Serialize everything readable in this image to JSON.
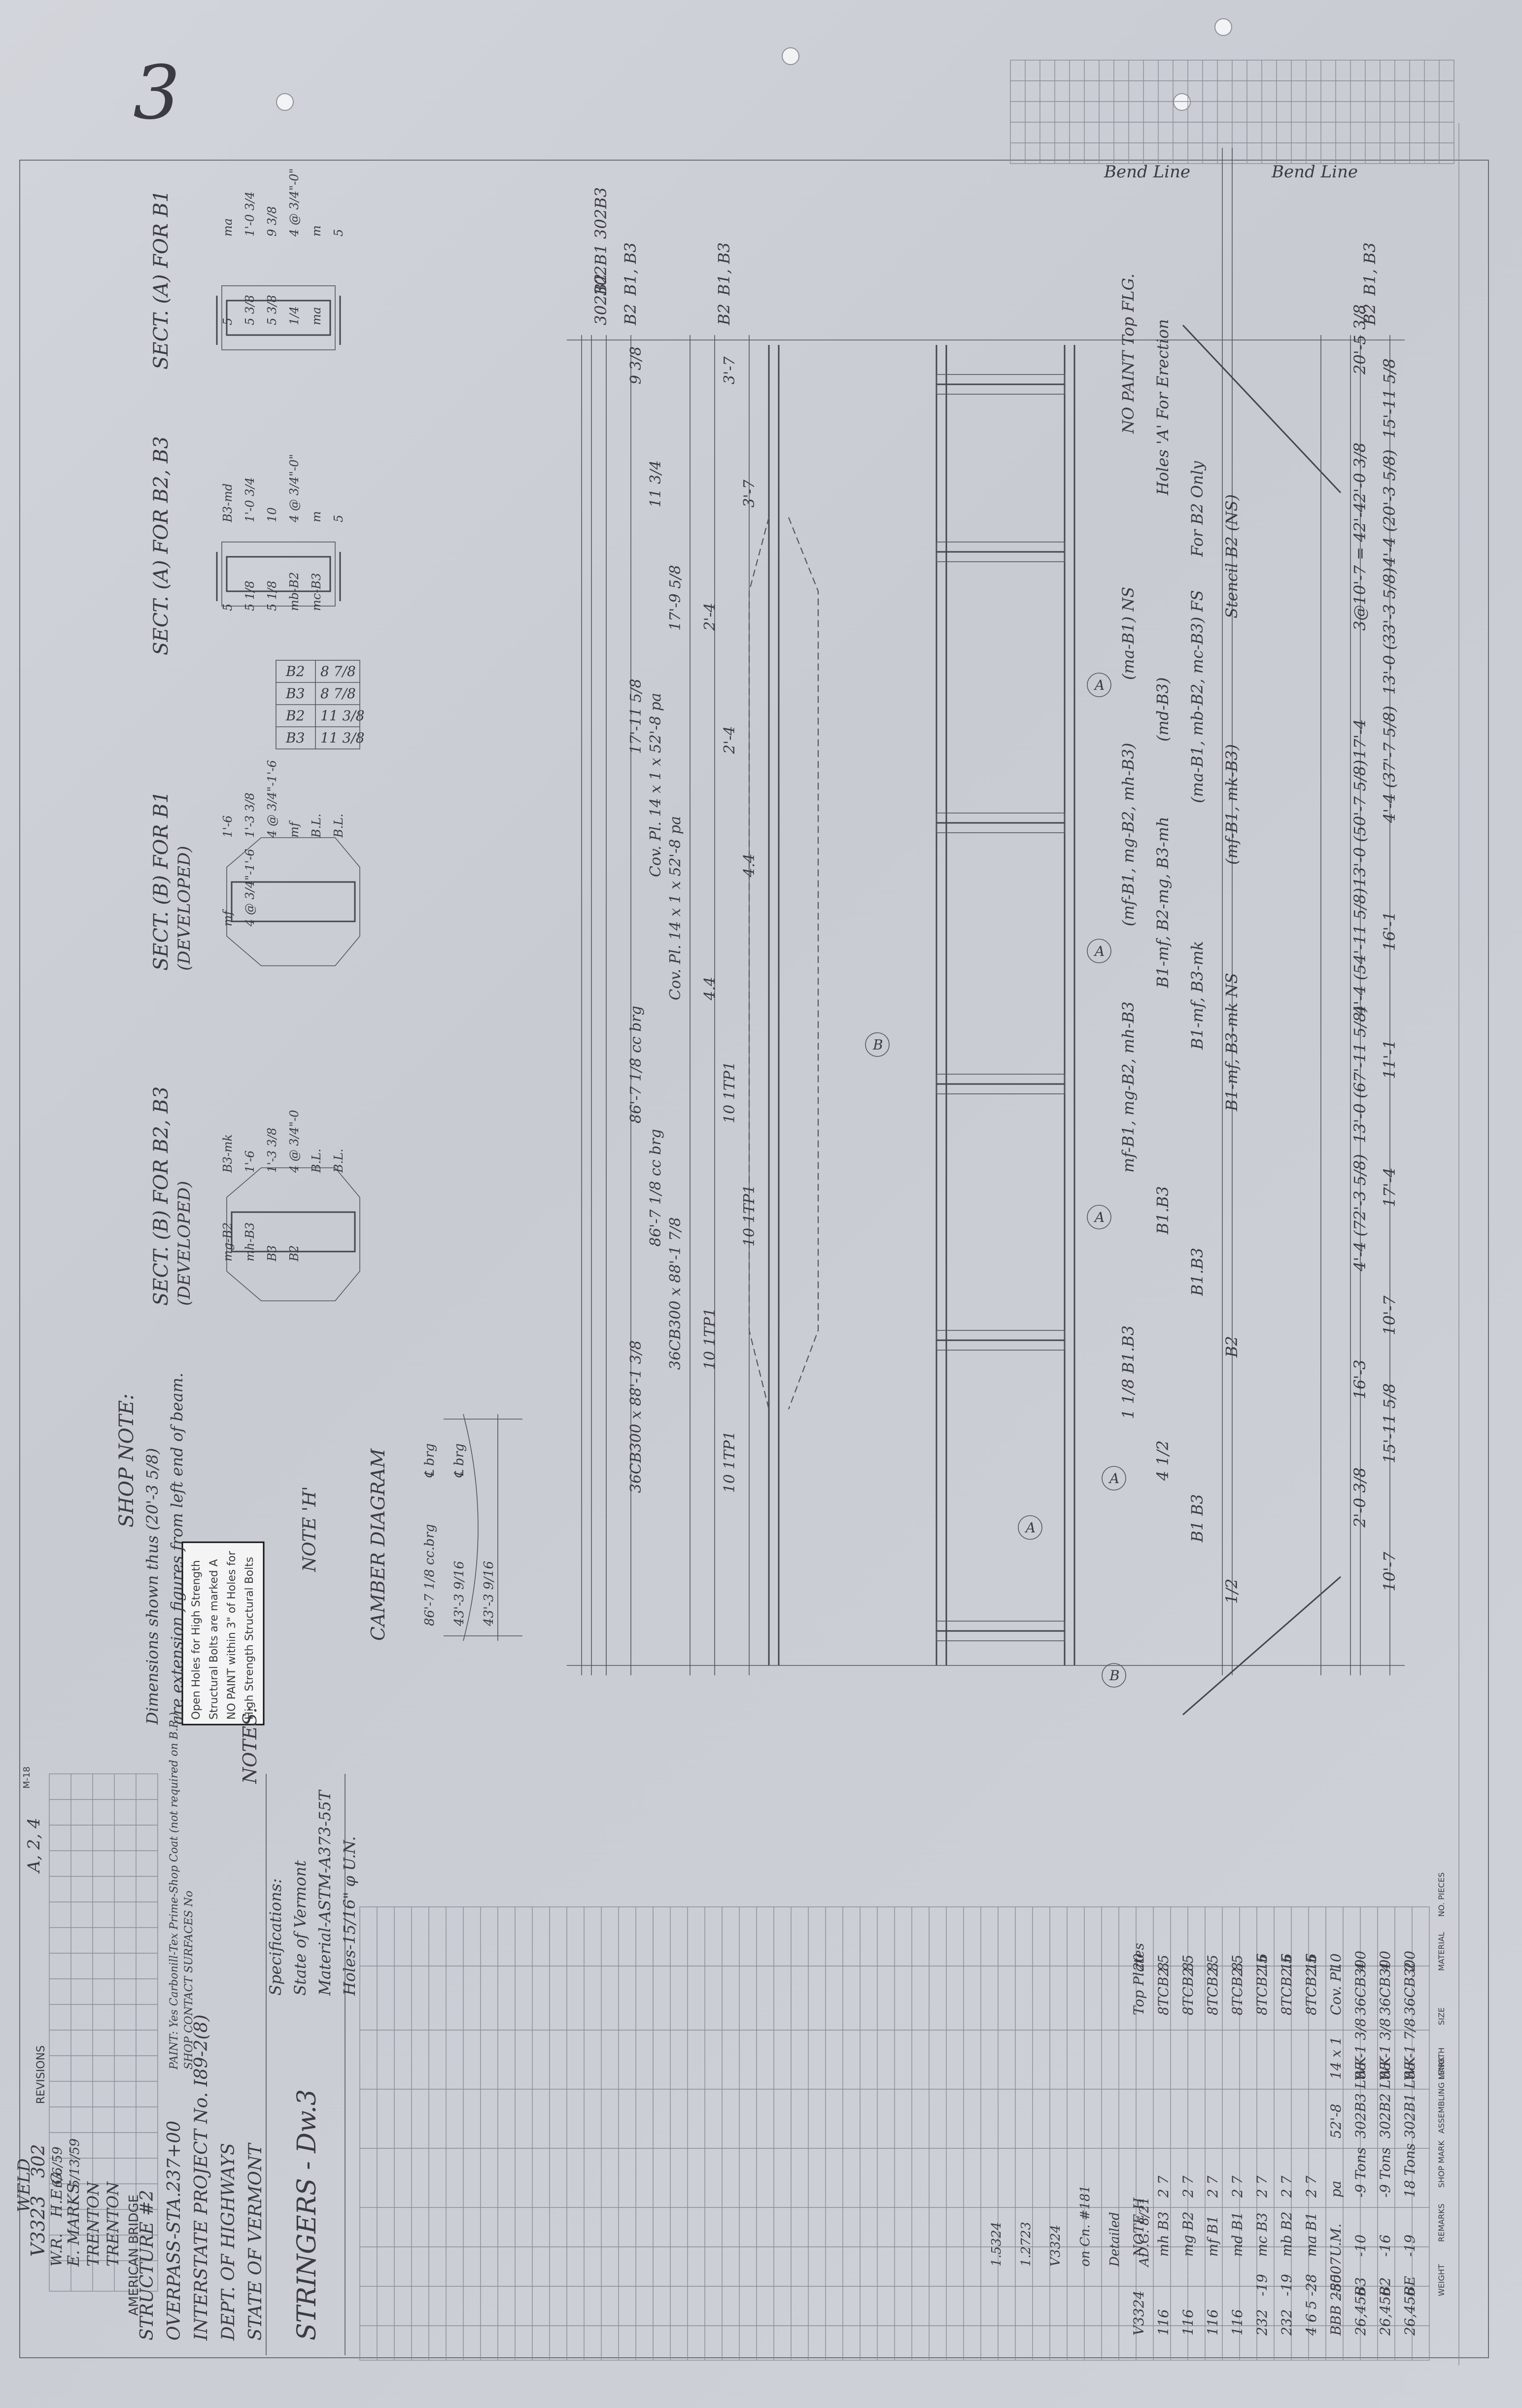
{
  "sheet_mark": "3",
  "title_block": {
    "title": "STRINGERS - Dw.3",
    "owner_lines": [
      "STATE OF VERMONT",
      "DEPT. OF HIGHWAYS",
      "INTERSTATE PROJECT No. I89-2(8)",
      "OVERPASS-STA.237+00",
      "STRUCTURE #2"
    ],
    "company": "AMERICAN BRIDGE",
    "drawings_made_at": "TRENTON",
    "work_fabricated_at": "TRENTON",
    "in_charge_of": "E. MARKS",
    "drawn_by": "W.R.",
    "checked_by": "H.E.G.",
    "dates": [
      "5/13/59",
      "6/6/59"
    ],
    "order_no": "V3323",
    "sheet_no": "302",
    "weld": "WELD",
    "revision_mark": "A, 2, 4",
    "revisions_label": "REVISIONS"
  },
  "notes": {
    "heading": "NOTES:",
    "lines": [
      "Specifications:",
      "State of Vermont",
      "Material-ASTM-A373-55T",
      "Holes-15/16\" φ U.N."
    ],
    "paint_lines": [
      "PAINT: Yes Carbonill-Tex Prime-Shop Coat (not required on B.R.)",
      "SHOP CONTACT SURFACES No"
    ]
  },
  "shop_note": {
    "heading": "SHOP NOTE:",
    "lines": [
      "Dimensions shown thus (20'-3 5/8)",
      "are extension figures from left end of beam."
    ]
  },
  "stamp": {
    "lines": [
      "Open Holes for High Strength",
      "Structural Bolts are marked A",
      "NO PAINT within 3\" of Holes for",
      "High Strength Structural Bolts"
    ]
  },
  "note_h": "NOTE 'H'",
  "camber": {
    "title": "CAMBER DIAGRAM",
    "labels": [
      "86'-7 1/8 cc.brg",
      "43'-3 9/16",
      "43'-3 9/16",
      "℄ brg",
      "℄ brg"
    ]
  },
  "sections": [
    {
      "title": "SECT. (A) FOR B1",
      "labels": [
        "ma",
        "1'-0 3/4",
        "9 3/8",
        "4 @ 3/4\"-0\"",
        "m",
        "5",
        "5",
        "5 3/8",
        "5 3/8",
        "1/4",
        "ma"
      ]
    },
    {
      "title": "SECT. (A) FOR B2, B3",
      "labels": [
        "B3-md",
        "1'-0 3/4",
        "10",
        "4 @ 3/4\"-0\"",
        "m",
        "5",
        "5",
        "5 1/8",
        "5 1/8",
        "mb-B2",
        "mc-B3"
      ]
    },
    {
      "title": "SECT. (B) FOR B1",
      "subtitle": "(DEVELOPED)",
      "labels": [
        "1'-6",
        "1'-3 3/8",
        "4 @ 3/4\"-1'-6",
        "mf",
        "B.L.",
        "B.L.",
        "mf",
        "4 @ 3/4\"-1'-6"
      ]
    },
    {
      "title": "SECT. (B) FOR B2, B3",
      "subtitle": "(DEVELOPED)",
      "labels": [
        "B3-mk",
        "1'-6",
        "1'-3 3/8",
        "4 @ 3/4\"-0",
        "B.L.",
        "B.L.",
        "mg-B2",
        "mh-B3",
        "B3",
        "B2"
      ]
    }
  ],
  "b2b3_table": {
    "rows": [
      [
        "B2",
        "8 7/8"
      ],
      [
        "B3",
        "8 7/8"
      ],
      [
        "B2",
        "11 3/8"
      ],
      [
        "B3",
        "11 3/8"
      ]
    ]
  },
  "elevation": {
    "bend_line_labels": [
      "Bend Line",
      "Bend Line"
    ],
    "mark_labels": [
      "B1, B3",
      "B2",
      "B1, B3",
      "B2",
      "B1, B3",
      "B2",
      "302B1 302B3",
      "302B2"
    ],
    "dimension_strings": [
      "20'-5 3/8",
      "15'-11 5/8",
      "2'-0 3/8",
      "4'-4 (20'-3 5/8)",
      "3@10'-7 = 42'-4",
      "13'-0 (33'-3 5/8)",
      "17'-4",
      "4'-4 (37'-7 5/8)",
      "13'-0 (50'-7 5/8)",
      "16'-1",
      "4'-4 (54'-11 5/8)",
      "11'-1",
      "13'-0 (67'-11 5/8)",
      "17'-4",
      "4'-4 (72'-3 5/8)",
      "10'-7",
      "16'-3",
      "15'-11 5/8",
      "2'-0 3/8",
      "10'-7"
    ],
    "web_strings": [
      "9 3/8",
      "11 3/4",
      "17'-9 5/8",
      "17'-11 5/8",
      "Cov. Pl. 14 x 1 x 52'-8 pa",
      "Cov. Pl. 14 x 1 x 52'-8 pa",
      "86'-7 1/8 cc brg",
      "86'-7 1/8 cc brg",
      "36CB300 x 88'-1 7/8",
      "36CB300 x 88'-1 3/8",
      "3'-7",
      "3'-7",
      "2'-4",
      "2'-4",
      "4.4",
      "4.4",
      "10 1TP1",
      "10 1TP1",
      "10 1TP1",
      "10 1TP1"
    ],
    "callouts": [
      "NO PAINT Top FLG.",
      "Holes 'A' For Erection",
      "For B2 Only",
      "Stencil B2 (NS)",
      "(ma-B1) NS",
      "(md-B3)",
      "(ma-B1, mb-B2, mc-B3) FS",
      "(mf-B1, mk-B3)",
      "(mf-B1, mg-B2, mh-B3)",
      "B1-mf, B2-mg, B3-mh",
      "B1-mf, B3-mk",
      "B1-mf, B3-mk NS",
      "mf-B1, mg-B2, mh-B3",
      "B1.B3",
      "B1.B3",
      "B2",
      "1 1/8 B1.B3",
      "4 1/2",
      "B1 B3",
      "1/2"
    ],
    "circle_tags": [
      "A",
      "A",
      "A",
      "A",
      "A",
      "B",
      "B"
    ]
  },
  "bill_of_material": {
    "headers": [
      "NO. PIECES",
      "MATERIAL",
      "SIZE",
      "LENGTH",
      "ASSEMBLING MARK",
      "SHOP MARK",
      "REMARKS",
      "WEIGHT"
    ],
    "rows": [
      [
        "2",
        "36CB300",
        "88'-1 7/8",
        "302B1 LWK",
        "18 Tons",
        "-19",
        "BE",
        "26,456"
      ],
      [
        "4",
        "36CB300",
        "88'-1 3/8",
        "302B2 LWK",
        "-9 Tons",
        "-16",
        "B2",
        "26,456"
      ],
      [
        "4",
        "36CB300",
        "88'-1 3/8",
        "302B3 LWK",
        "-9 Tons",
        "-10",
        "B3",
        "26,456"
      ],
      [
        "10",
        "Cov. Pl.",
        "14 x 1",
        "52'-8",
        "pa",
        "U.M.",
        "-85",
        "BBB 25007"
      ],
      [
        "16",
        "8TCB2.5",
        "",
        "",
        "2 7",
        "ma B1",
        "-28",
        "4 6 5"
      ],
      [
        "16",
        "8TCB2.5",
        "",
        "",
        "2 7",
        "mb B2",
        "-19",
        "232"
      ],
      [
        "16",
        "8TCB2.5",
        "",
        "",
        "2 7",
        "mc B3",
        "-19",
        "232"
      ],
      [
        "8",
        "8TCB2.5",
        "",
        "",
        "2 7",
        "md B1",
        "",
        "116"
      ],
      [
        "8",
        "8TCB2.5",
        "",
        "",
        "2 7",
        "mf B1",
        "",
        "116"
      ],
      [
        "8",
        "8TCB2.5",
        "",
        "",
        "2 7",
        "mg B2",
        "",
        "116"
      ],
      [
        "8",
        "8TCB2.5",
        "",
        "",
        "2 7",
        "mh B3",
        "",
        "116"
      ],
      [
        "20",
        "Top Plates",
        "",
        "",
        "",
        "NOTE H",
        "",
        "V3324"
      ]
    ],
    "side_notes": [
      "AD.G. 8/21",
      "Detailed",
      "on Cn. #181",
      "V3324",
      "1.2723",
      "1.5324"
    ]
  },
  "top_grid_label": "",
  "form_number": "M-18"
}
